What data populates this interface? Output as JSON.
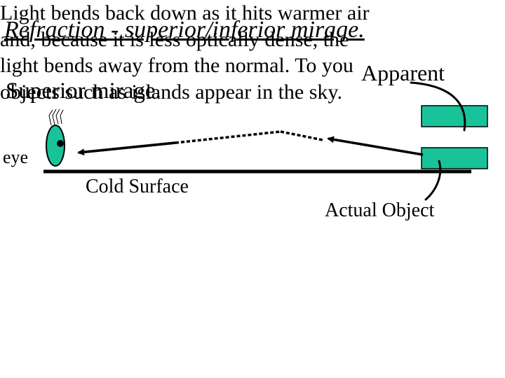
{
  "title": "Refraction - superior/inferior mirage.",
  "subtitle": "Superior mirage.",
  "labels": {
    "apparent": "Apparent",
    "eye": "eye",
    "surface": "Cold Surface",
    "actual": "Actual Object"
  },
  "description": [
    "Light bends back down as it hits warmer air",
    "and, because it is less optically dense, the",
    "light bends away from the normal. To you",
    "objects such as islands appear in the sky."
  ],
  "colors": {
    "object_fill": "#19c39a",
    "eye_fill": "#19c39a",
    "line": "#000000",
    "background": "#ffffff"
  }
}
